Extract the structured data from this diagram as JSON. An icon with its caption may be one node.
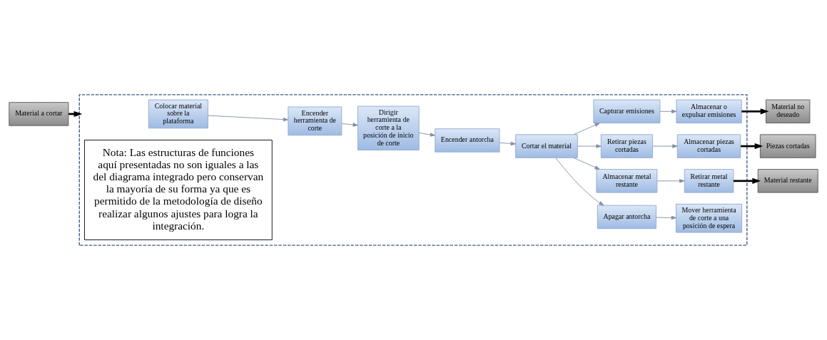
{
  "diagram": {
    "nodes": [
      {
        "text": [
          "Material a cortar"
        ]
      },
      {
        "text": [],
        "shape": "box"
      },
      {
        "text": [
          "Colocar material sobre la plataforma"
        ],
        "in": 1
      },
      {
        "text": [
          "Encender herramienta de corte"
        ],
        "in": 1
      },
      {
        "text": [
          "Dirigir herramienta de corte a la posición de inicio de corte"
        ],
        "in": 1
      },
      {
        "text": [
          "Encender antorcha"
        ],
        "in": 1
      },
      {
        "text": [
          "Cortar el material"
        ],
        "in": 1
      },
      {
        "text": [
          "Apagar antorcha"
        ],
        "in": 1
      },
      {
        "text": [
          "Mover herramienta de corte a una posición de espera"
        ],
        "in": 1
      },
      {
        "text": [
          "Nota: Las estructuras de funciones aquí presentadas no son iguales a las del diagrama integrado pero conservan la mayoría de su forma ya que es permitido de la metodología de diseño realizar algunos ajustes para logra la integración."
        ],
        "in": 1
      },
      {
        "text": [
          "Capturar emisiones"
        ],
        "in": 1
      },
      {
        "text": [
          "Almacenar o expulsar emisiones"
        ],
        "in": 1
      },
      {
        "text": [
          "Retirar piezas cortadas"
        ],
        "in": 1
      },
      {
        "text": [
          "Almacenar piezas cortadas"
        ],
        "in": 1
      },
      {
        "text": [
          "Almacenar metal restante"
        ],
        "in": 1
      },
      {
        "text": [
          "Retirar metal restante"
        ],
        "in": 1
      },
      {
        "text": [
          "Material no deseado"
        ]
      },
      {
        "text": [
          "Piezas cortadas"
        ]
      },
      {
        "text": [
          "Material restante"
        ]
      }
    ],
    "edges": [
      {
        "from": 0,
        "to": 1,
        "arrow": "to",
        "style": "thick",
        "color": "#000000"
      },
      {
        "from": 2,
        "to": 3,
        "arrow": "to"
      },
      {
        "from": 3,
        "to": 4,
        "arrow": "to"
      },
      {
        "from": 4,
        "to": 5,
        "arrow": "to"
      },
      {
        "from": 5,
        "to": 6,
        "arrow": "to"
      },
      {
        "from": 6,
        "to": 7,
        "arrow": "to"
      },
      {
        "from": 7,
        "to": 8,
        "arrow": "to"
      },
      {
        "from": 6,
        "to": 10,
        "arrow": "to"
      },
      {
        "from": 6,
        "to": 12,
        "arrow": "to"
      },
      {
        "from": 6,
        "to": 14,
        "arrow": "to"
      },
      {
        "from": 10,
        "to": 11,
        "arrow": "to"
      },
      {
        "from": 11,
        "to": 16,
        "arrow": "to",
        "style": "thick",
        "color": "#000000"
      },
      {
        "from": 12,
        "to": 13,
        "arrow": "to"
      },
      {
        "from": 13,
        "to": 17,
        "arrow": "to",
        "style": "thick",
        "color": "#000000"
      },
      {
        "from": 14,
        "to": 15,
        "arrow": "to"
      },
      {
        "from": 15,
        "to": 18,
        "arrow": "to",
        "style": "thick",
        "color": "#000000"
      }
    ]
  }
}
